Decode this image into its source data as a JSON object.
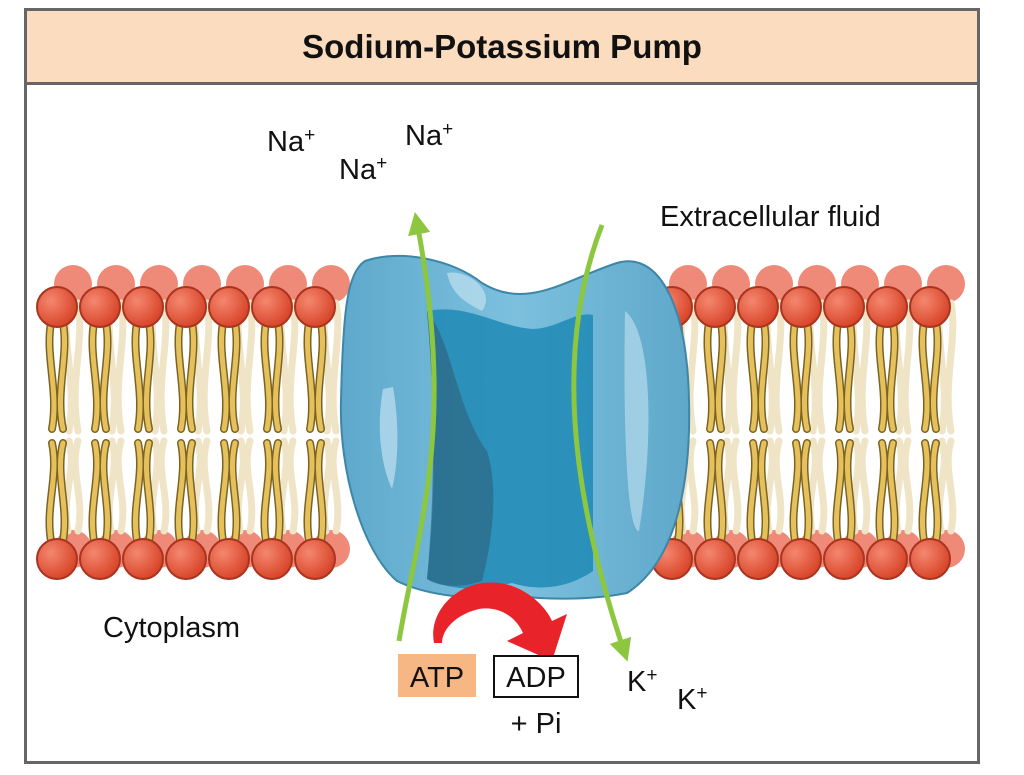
{
  "title": "Sodium-Potassium Pump",
  "labels": {
    "extracellular": "Extracellular fluid",
    "cytoplasm": "Cytoplasm",
    "na_base": "Na",
    "k_base": "K",
    "ion_charge": "+",
    "atp": "ATP",
    "adp": "ADP",
    "pi": "+ Pi"
  },
  "colors": {
    "title_bg": "#fbdcbe",
    "border": "#666666",
    "head": "#e8553a",
    "head_back": "#f08a78",
    "tail": "#e6c05a",
    "tail_back": "#efe4c6",
    "protein": "#6bb3d3",
    "protein_channel": "#1f8ab5",
    "green_arrow": "#8dc63f",
    "red_arrow": "#e8232a",
    "atp_bg": "#f7b784"
  },
  "icons": [
    "phospholipid-bilayer",
    "pump-protein",
    "green-arrow",
    "red-curved-arrow"
  ]
}
